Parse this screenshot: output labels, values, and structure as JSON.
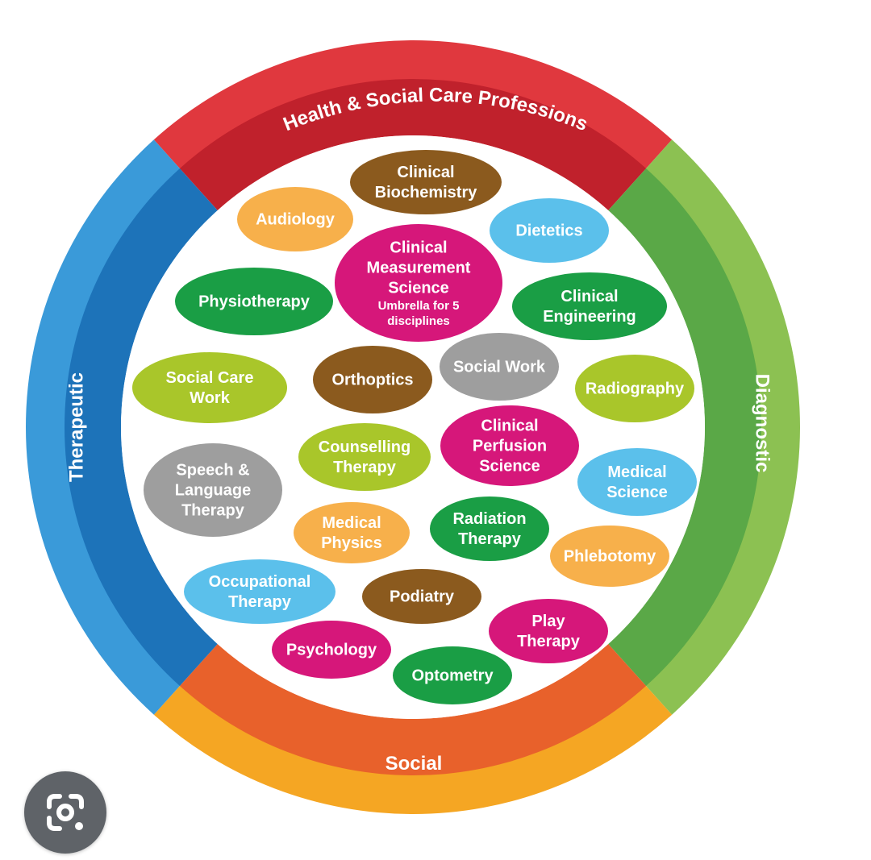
{
  "ring": {
    "top_label": "Health & Social Care Professions",
    "left_label": "Therapeutic",
    "right_label": "Diagnostic",
    "bottom_label": "Social",
    "colors": {
      "top": "#e0383e",
      "top_inner": "#c0212c",
      "right": "#8cc152",
      "right_inner": "#5aa847",
      "bottom": "#f5a623",
      "bottom_inner": "#e8612b",
      "left": "#3a9ad9",
      "left_inner": "#1d73b9"
    }
  },
  "bubbles": [
    {
      "id": "clinical-biochemistry",
      "lines": [
        "Clinical",
        "Biochemistry"
      ],
      "color": "#8b5a1e"
    },
    {
      "id": "audiology",
      "lines": [
        "Audiology"
      ],
      "color": "#f7b04b"
    },
    {
      "id": "dietetics",
      "lines": [
        "Dietetics"
      ],
      "color": "#5bc0eb"
    },
    {
      "id": "clinical-measurement-science",
      "lines": [
        "Clinical",
        "Measurement",
        "Science"
      ],
      "sublines": [
        "Umbrella for 5",
        "disciplines"
      ],
      "color": "#d6177a"
    },
    {
      "id": "physiotherapy",
      "lines": [
        "Physiotherapy"
      ],
      "color": "#1a9e45"
    },
    {
      "id": "clinical-engineering",
      "lines": [
        "Clinical",
        "Engineering"
      ],
      "color": "#1a9e45"
    },
    {
      "id": "social-care-work",
      "lines": [
        "Social Care",
        "Work"
      ],
      "color": "#a9c62a"
    },
    {
      "id": "orthoptics",
      "lines": [
        "Orthoptics"
      ],
      "color": "#8b5a1e"
    },
    {
      "id": "social-work",
      "lines": [
        "Social Work"
      ],
      "color": "#9e9e9e"
    },
    {
      "id": "radiography",
      "lines": [
        "Radiography"
      ],
      "color": "#a9c62a"
    },
    {
      "id": "counselling-therapy",
      "lines": [
        "Counselling",
        "Therapy"
      ],
      "color": "#a9c62a"
    },
    {
      "id": "clinical-perfusion-science",
      "lines": [
        "Clinical",
        "Perfusion",
        "Science"
      ],
      "color": "#d6177a"
    },
    {
      "id": "speech-language-therapy",
      "lines": [
        "Speech &",
        "Language",
        "Therapy"
      ],
      "color": "#9e9e9e"
    },
    {
      "id": "medical-science",
      "lines": [
        "Medical",
        "Science"
      ],
      "color": "#5bc0eb"
    },
    {
      "id": "medical-physics",
      "lines": [
        "Medical",
        "Physics"
      ],
      "color": "#f7b04b"
    },
    {
      "id": "radiation-therapy",
      "lines": [
        "Radiation",
        "Therapy"
      ],
      "color": "#1a9e45"
    },
    {
      "id": "phlebotomy",
      "lines": [
        "Phlebotomy"
      ],
      "color": "#f7b04b"
    },
    {
      "id": "occupational-therapy",
      "lines": [
        "Occupational",
        "Therapy"
      ],
      "color": "#5bc0eb"
    },
    {
      "id": "podiatry",
      "lines": [
        "Podiatry"
      ],
      "color": "#8b5a1e"
    },
    {
      "id": "play-therapy",
      "lines": [
        "Play",
        "Therapy"
      ],
      "color": "#d6177a"
    },
    {
      "id": "psychology",
      "lines": [
        "Psychology"
      ],
      "color": "#d6177a"
    },
    {
      "id": "optometry",
      "lines": [
        "Optometry"
      ],
      "color": "#1a9e45"
    }
  ],
  "lens_button": {
    "icon": "lens-scan-icon",
    "color": "#5f6368"
  }
}
